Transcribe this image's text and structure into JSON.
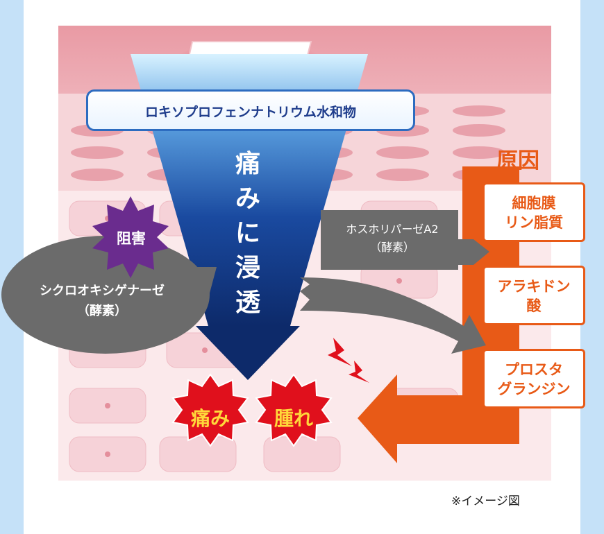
{
  "drug_name": "ロキソプロフェンナトリウム水和物",
  "penetration_text": "痛みに浸透",
  "cause": {
    "title": "原因",
    "items": [
      {
        "line1": "細胞膜",
        "line2": "リン脂質"
      },
      {
        "line1": "アラキドン",
        "line2": "酸"
      },
      {
        "line1": "プロスタ",
        "line2": "グランジン"
      }
    ]
  },
  "enzymes": {
    "phospholipase": {
      "name": "ホスホリパーゼA2",
      "type": "（酵素）"
    },
    "cox": {
      "name": "シクロオキシゲナーゼ",
      "type": "（酵素）"
    }
  },
  "inhibition_label": "阻害",
  "symptoms": {
    "pain": "痛み",
    "swelling": "腫れ"
  },
  "note": "※イメージ図",
  "colors": {
    "background": "#c5e1f8",
    "skin_top": "#e9a2ab",
    "skin_mid": "#f7d8dc",
    "drug_arrow": "#1a4aa0",
    "cause_orange": "#e85a17",
    "gray_arrow": "#6b6b6b",
    "inhibit_purple": "#6a2c8e",
    "symptom_red": "#e0101c",
    "symptom_text": "#ffd83a"
  }
}
